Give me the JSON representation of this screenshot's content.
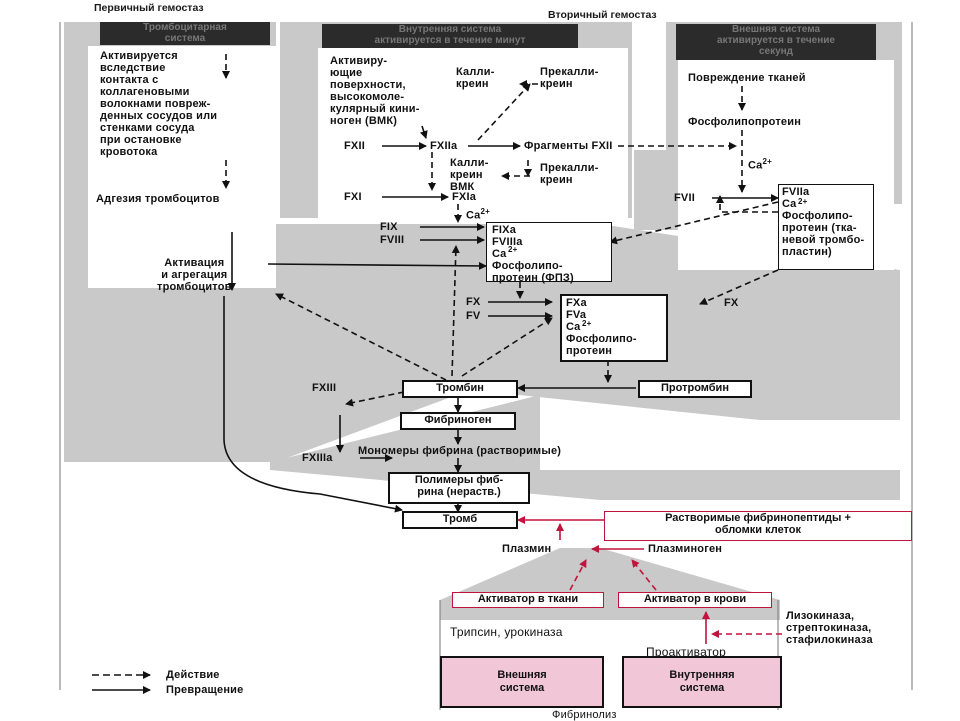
{
  "headers": {
    "primary": "Первичный гемостаз",
    "secondary": "Вторичный гемостаз",
    "platelet_system": "Тромбоцитарная\nсистема",
    "intrinsic_system": "Внутренняя система\nактивируется в течение минут",
    "extrinsic_system": "Внешняя система\nактивируется в течение\nсекунд",
    "fibrinolysis": "Фибринолиз"
  },
  "primary": {
    "activation_text": "Активируется\nвследствие\nконтакта с\nколлагеновыми\nволокнами повреж-\nденных сосудов или\nстенками сосуда\nпри остановке\nкровотока",
    "adhesion": "Адгезия тромбоцитов",
    "aggregation": "Активация\nи агрегация\nтромбоцитов"
  },
  "intrinsic": {
    "activating_surfaces": "Активиру-\nющие\nповерхности,\nвысокомоле-\nкулярный кини-\nноген (ВМК)",
    "kallikrein": "Калли-\nкреин",
    "prekallikrein": "Прекалли-\nкреин",
    "fxii": "FXII",
    "fxiia": "FXIIa",
    "fxii_fragments": "Фрагменты FXII",
    "kallikrein_bmk": "Калли-\nкреин\nВМК",
    "prekallikrein2": "Прекалли-\nкреин",
    "fxi": "FXI",
    "fxia": "FXIa",
    "ca_1": "Ca",
    "ca_1_sup": "2+",
    "fix": "FIX",
    "fviii": "FVIII",
    "tenase": "FIXa\nFVIIIa\nCa\nФосфолипо-\nпротеин (ФПЗ)",
    "tenase_sup": "2+"
  },
  "extrinsic": {
    "tissue_damage": "Повреждение тканей",
    "phospholipoprotein": "Фосфолипопротеин",
    "ca_2": "Ca",
    "ca_2_sup": "2+",
    "fvii": "FVII",
    "fviia_complex": "FVIIa\nCa\nФосфолипо-\nпротеин (тка-\nневой тромбо-\nпластин)",
    "fviia_sup": "2+",
    "fx_right": "FX"
  },
  "common": {
    "fx": "FX",
    "fv": "FV",
    "prothrombinase": "FXa\nFVa\nCa\nФосфолипо-\nпротеин",
    "prothrombinase_sup": "2+",
    "thrombin": "Тромбин",
    "prothrombin": "Протромбин",
    "fxiii": "FXIII",
    "fibrinogen": "Фибриноген",
    "monomers": "Мономеры фибрина (растворимые)",
    "fxiiia": "FXIIIa",
    "polymers": "Полимеры фиб-\nрина (нераств.)",
    "clot": "Тромб"
  },
  "fibrinolysis": {
    "soluble_peptides": "Растворимые фибринопептиды +\nобломки клеток",
    "plasmin": "Плазмин",
    "plasminogen": "Плазминоген",
    "tissue_activator": "Активатор в ткани",
    "blood_activator": "Активатор в крови",
    "trypsin": "Трипсин, урокиназа",
    "proactivator": "Проактиватор",
    "kinases": "Лизокиназа,\nстрептокиназа,\nстафилокиназа",
    "external_system": "Внешняя\nсистема",
    "internal_system": "Внутренняя\nсистема"
  },
  "legend": {
    "action": "Действие",
    "conversion": "Превращение"
  },
  "colors": {
    "shade": "#c9c9c9",
    "dark_header": "#2b2b2b",
    "red": "#c0143c",
    "pink": "#f1c6d6"
  }
}
